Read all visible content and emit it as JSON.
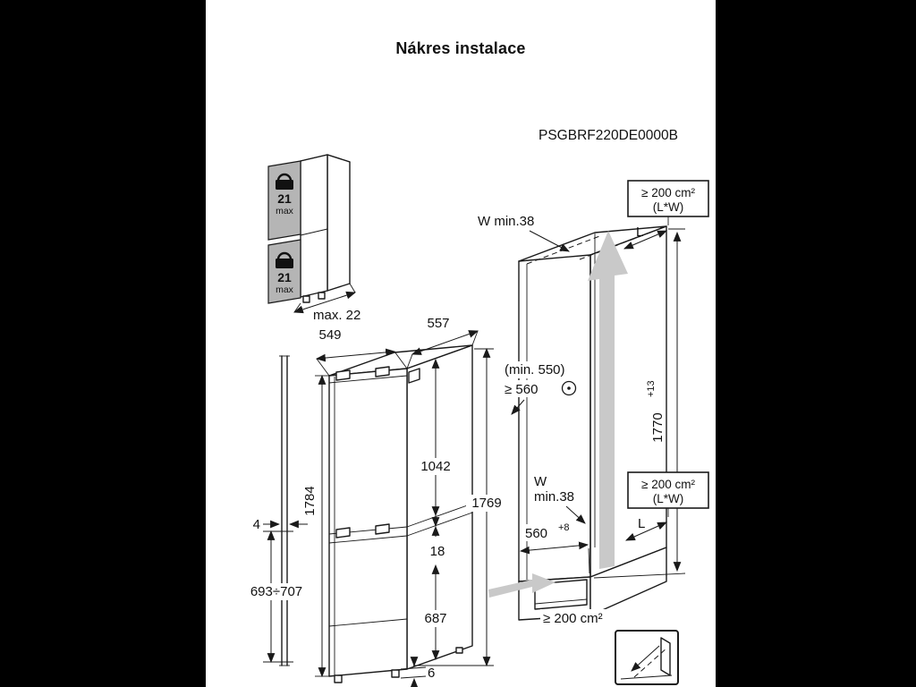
{
  "header": {
    "title": "Nákres instalace",
    "model": "PSGBRF220DE0000B"
  },
  "door_panel_badge": {
    "value": "21",
    "unit": "max"
  },
  "dims": {
    "panel_max_width": "max. 22",
    "door_gap": "4",
    "hinge_range": "693÷707",
    "width": "549",
    "depth": "557",
    "height_left": "1784",
    "upper_section": "1042",
    "mid_gap": "18",
    "lower_section": "687",
    "height_right": "1769",
    "foot_height": "6"
  },
  "niche": {
    "wall_top": "W min.38",
    "wall_mid_w": "W",
    "wall_mid_min": "min.38",
    "depth_min": "(min. 550)",
    "depth_rec": "≥ 560",
    "width_base": "560",
    "width_tol": "+8",
    "height": "1770",
    "height_tol": "+13",
    "vent_area": "≥ 200 cm²",
    "vent_lw": "(L*W)",
    "vent_l": "L",
    "vent_bottom": "≥ 200 cm²"
  }
}
